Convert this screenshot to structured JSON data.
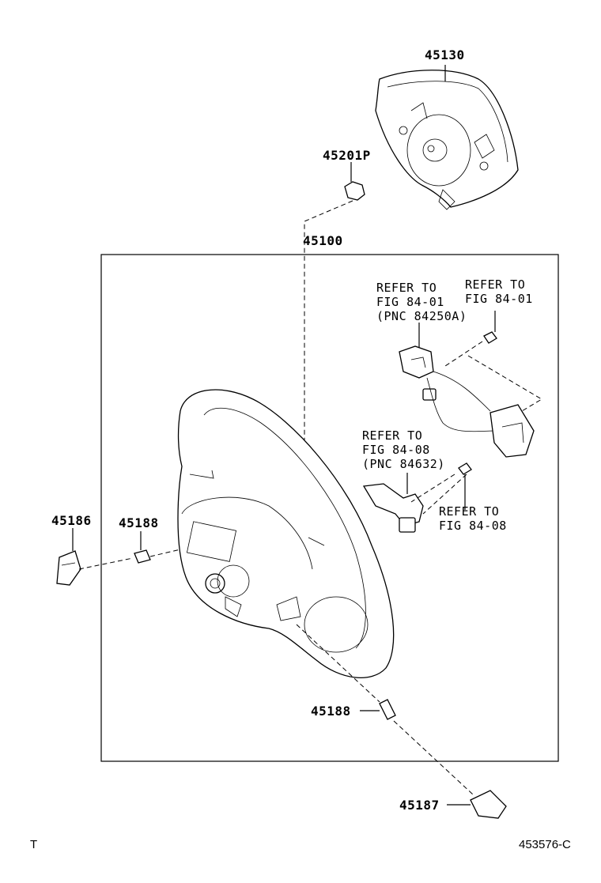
{
  "diagram": {
    "part_numbers": {
      "horn_pad": "45130",
      "nut": "45201P",
      "wheel_assy": "45100",
      "cover_left": "45186",
      "screw_upper": "45188",
      "screw_lower": "45188",
      "cover_lower": "45187"
    },
    "references": {
      "ref1": [
        "REFER TO",
        "FIG 84-01",
        "(PNC 84250A)"
      ],
      "ref2": [
        "REFER TO",
        "FIG 84-01"
      ],
      "ref3": [
        "REFER TO",
        "FIG 84-08",
        "(PNC 84632)"
      ],
      "ref4": [
        "REFER TO",
        "FIG 84-08"
      ]
    },
    "footer": {
      "left_mark": "T",
      "figure_id": "453576-C"
    }
  }
}
